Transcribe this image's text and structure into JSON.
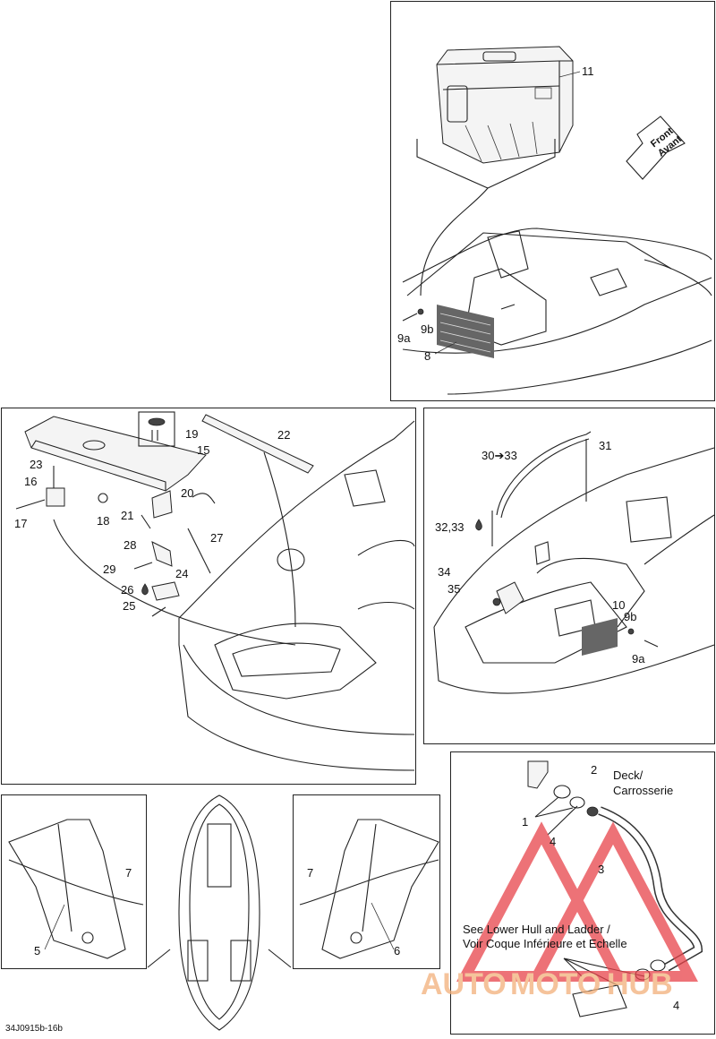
{
  "callouts": {
    "c11": "11",
    "c9a_top": "9a",
    "c9b_top": "9b",
    "c8": "8",
    "c19": "19",
    "c15": "15",
    "c22": "22",
    "c23": "23",
    "c16": "16",
    "c17": "17",
    "c18": "18",
    "c20": "20",
    "c21": "21",
    "c28": "28",
    "c27": "27",
    "c29": "29",
    "c24": "24",
    "c26": "26",
    "c25": "25",
    "c30_33": "30➔33",
    "c31": "31",
    "c32_33": "32,33",
    "c34": "34",
    "c35": "35",
    "c10": "10",
    "c9b_mid": "9b",
    "c9a_mid": "9a",
    "c7_left": "7",
    "c5": "5",
    "c7_right": "7",
    "c6": "6",
    "c2": "2",
    "c1": "1",
    "c4_a": "4",
    "c3": "3",
    "c4_b": "4"
  },
  "labels": {
    "front_line1": "Front",
    "front_line2": "Avant",
    "deck_line1": "Deck/",
    "deck_line2": "Carrosserie",
    "see_line1": "See Lower Hull and Ladder /",
    "see_line2": "Voir Coque Inférieure et Echelle"
  },
  "watermark": {
    "text_a": "AUTO",
    "text_b": "MOTO",
    "text_c": "HUB"
  },
  "reference": "34J0915b-16b",
  "colors": {
    "line": "#222222",
    "watermark_red": "#e8434a",
    "watermark_orange": "#f2b07a"
  }
}
